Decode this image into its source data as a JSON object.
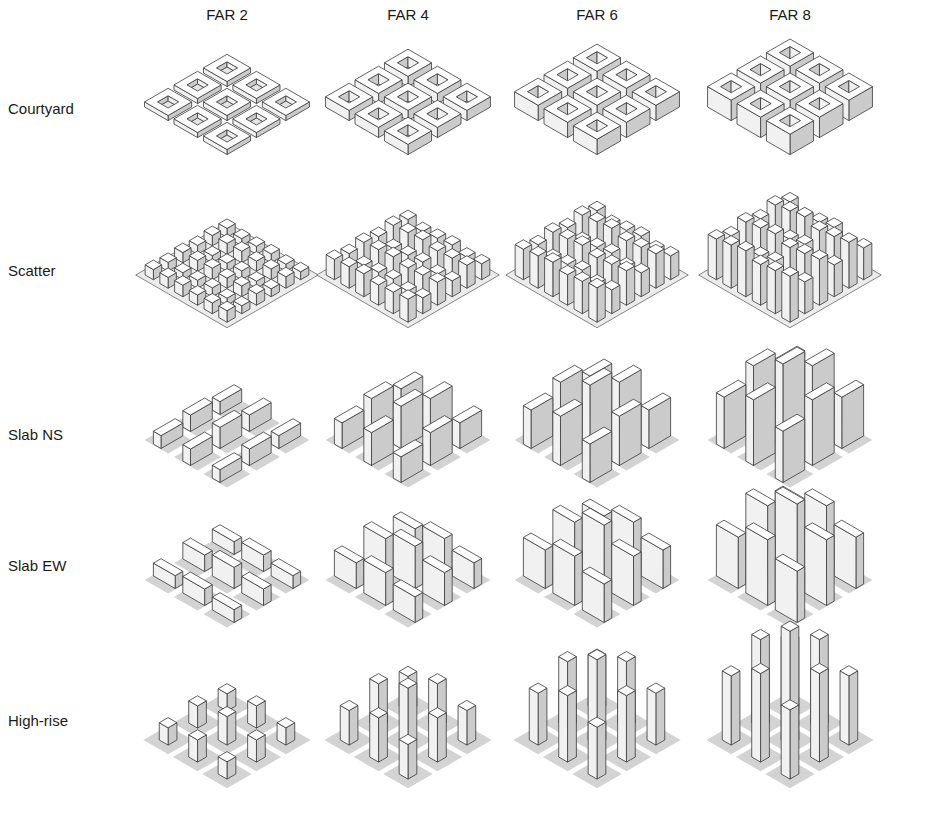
{
  "diagram": {
    "labels": [
      "FAR 2",
      "FAR 4",
      "FAR 6",
      "FAR 8",
      "Courtyard",
      "Scatter",
      "Slab NS",
      "Slab EW",
      "High-rise"
    ]
  }
}
